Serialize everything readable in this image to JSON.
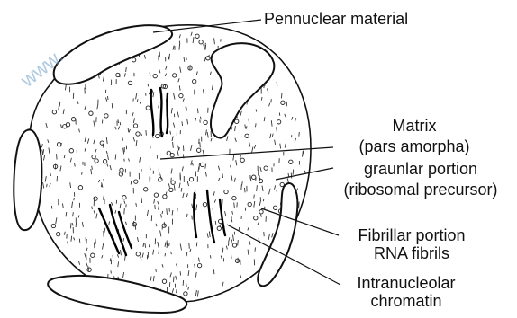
{
  "watermark": "www.",
  "labels": {
    "perinuclear": "Pennuclear material",
    "matrix_1": "Matrix",
    "matrix_2": "(pars amorpha)",
    "granular_1": "graunlar portion",
    "granular_2": "(ribosomal precursor)",
    "fibrillar_1": "Fibrillar portion",
    "fibrillar_2": "RNA fibrils",
    "chromatin_1": "Intranucleolar",
    "chromatin_2": "chromatin"
  }
}
